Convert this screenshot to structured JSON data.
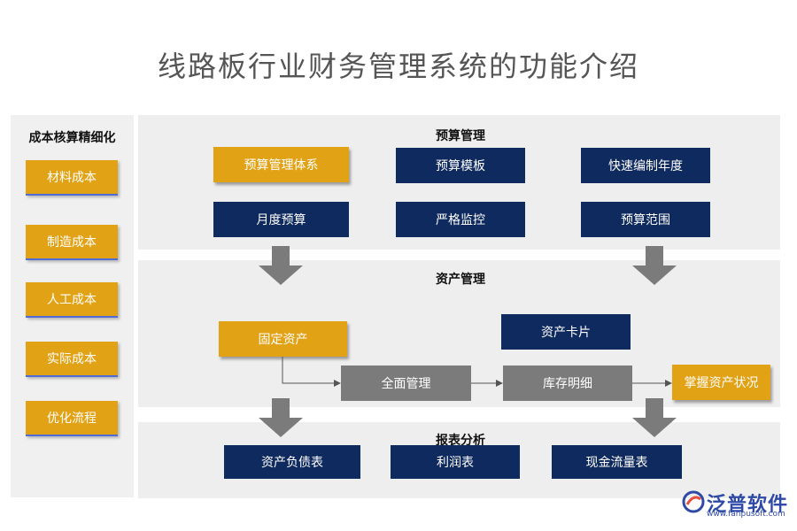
{
  "title": "线路板行业财务管理系统的功能介绍",
  "left_panel": {
    "title": "成本核算精细化",
    "items": [
      "材料成本",
      "制造成本",
      "人工成本",
      "实际成本",
      "优化流程"
    ]
  },
  "budget": {
    "title": "预算管理",
    "row1": [
      "预算管理体系",
      "预算模板",
      "快速编制年度"
    ],
    "row2": [
      "月度预算",
      "严格监控",
      "预算范围"
    ]
  },
  "asset": {
    "title": "资产管理",
    "fixed": "固定资产",
    "card": "资产卡片",
    "overall": "全面管理",
    "inventory": "库存明细",
    "status": "掌握资产状况"
  },
  "report": {
    "title": "报表分析",
    "items": [
      "资产负债表",
      "利润表",
      "现金流量表"
    ]
  },
  "logo": {
    "name": "泛普软件",
    "url": "www.fanpusoft.com"
  },
  "colors": {
    "navy": "#0f2a5e",
    "gold": "#e2a215",
    "gray": "#7b7b7b",
    "arrow": "#7b7b7b"
  }
}
